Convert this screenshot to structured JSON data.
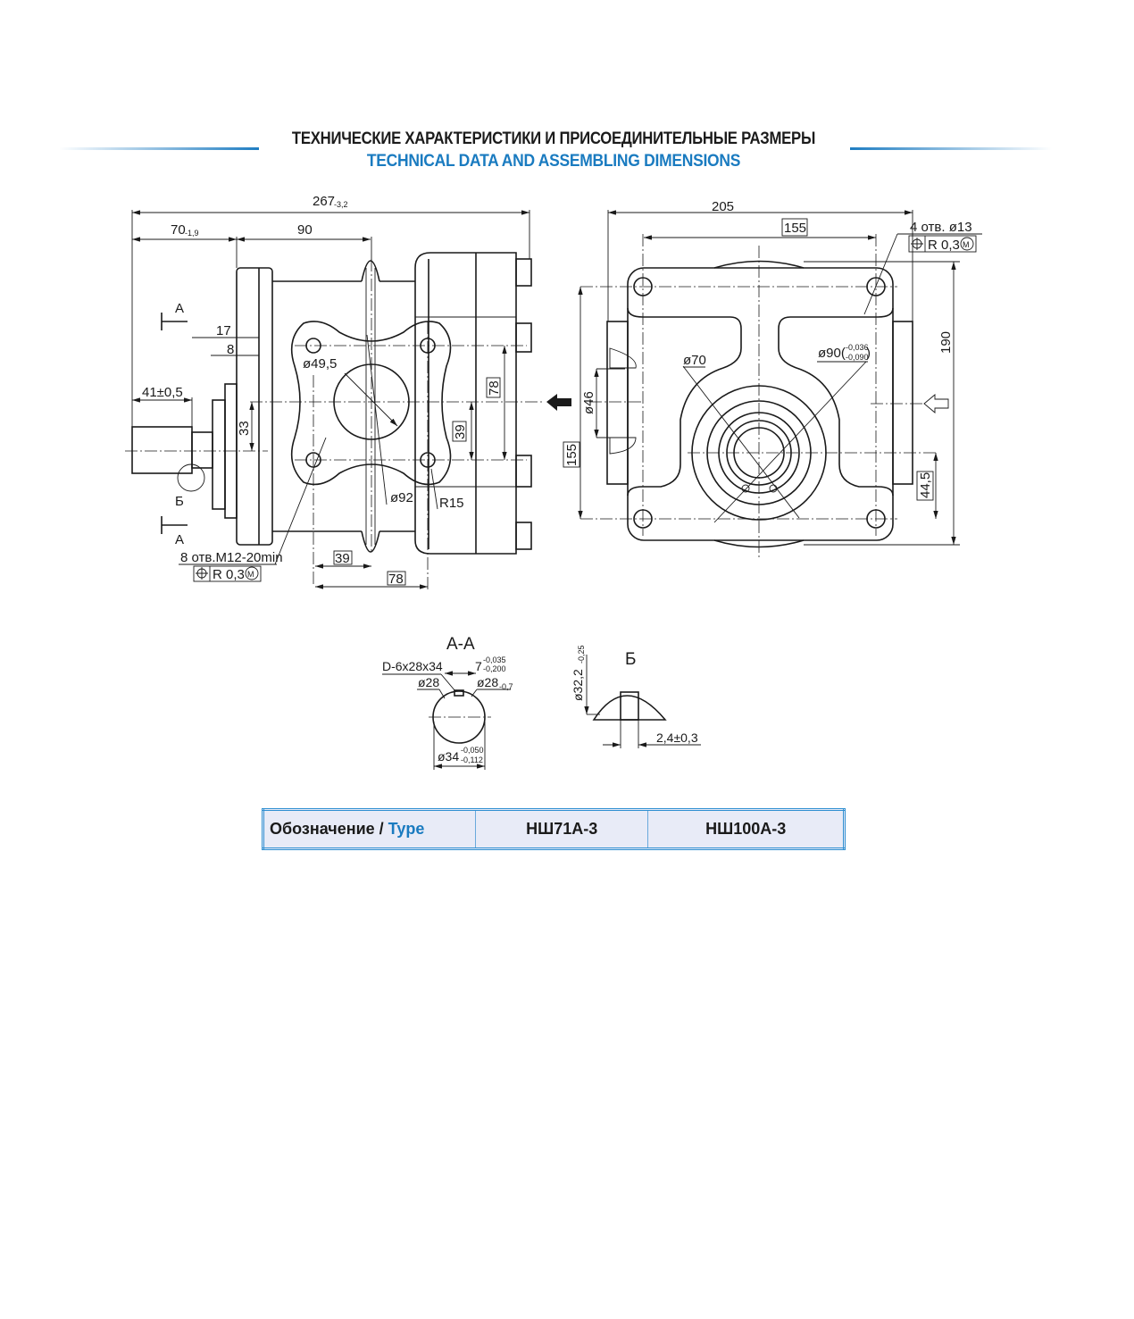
{
  "header": {
    "title_ru": "ТЕХНИЧЕСКИЕ ХАРАКТЕРИСТИКИ И ПРИСОЕДИНИТЕЛЬНЫЕ РАЗМЕРЫ",
    "title_en": "TECHNICAL DATA AND ASSEMBLING DIMENSIONS",
    "accent_color": "#1a7bc0"
  },
  "side_view": {
    "overall_length": "267",
    "overall_length_tol": "-3,2",
    "shaft_to_flange": "70",
    "shaft_to_flange_tol": "-1,9",
    "flange_to_port": "90",
    "dim_17": "17",
    "dim_8": "8",
    "shaft_length": "41±0,5",
    "dim_33": "33",
    "port_diameter": "ø49,5",
    "port_circle": "ø92",
    "radius": "R15",
    "dim_39_v": "39",
    "dim_78_v": "78",
    "dim_39_h": "39",
    "dim_78_h": "78",
    "holes_note": "8 отв.M12-20min",
    "position_tol": "R 0,3",
    "section_mark": "А",
    "detail_mark": "Б",
    "modifier": "M"
  },
  "front_view": {
    "width": "205",
    "hole_spacing_h": "155",
    "hole_spacing_v": "155",
    "height": "190",
    "holes_note": "4 отв. ø13",
    "position_tol": "R 0,3",
    "modifier": "M",
    "bore": "ø70",
    "pilot": "ø90(",
    "pilot_tol_upper": "-0,036",
    "pilot_tol_lower": "-0,090",
    "pilot_close": ")",
    "port": "ø46",
    "offset": "44,5"
  },
  "section_aa": {
    "title": "А-А",
    "spline": "D-6x28x34",
    "key_width": "7",
    "key_tol_upper": "-0,035",
    "key_tol_lower": "-0,200",
    "inner_d": "ø28",
    "inner_d2": "ø28",
    "inner_d2_tol": "-0,7",
    "outer_d": "ø34",
    "outer_tol_upper": "-0,050",
    "outer_tol_lower": "-0,112"
  },
  "detail_b": {
    "title": "Б",
    "diameter": "ø32,2",
    "diameter_tol": "-0,25",
    "width": "2,4±0,3"
  },
  "type_table": {
    "label_ru": "Обозначение / ",
    "label_en": "Type",
    "types": [
      "НШ71А-3",
      "НШ100А-3"
    ]
  }
}
